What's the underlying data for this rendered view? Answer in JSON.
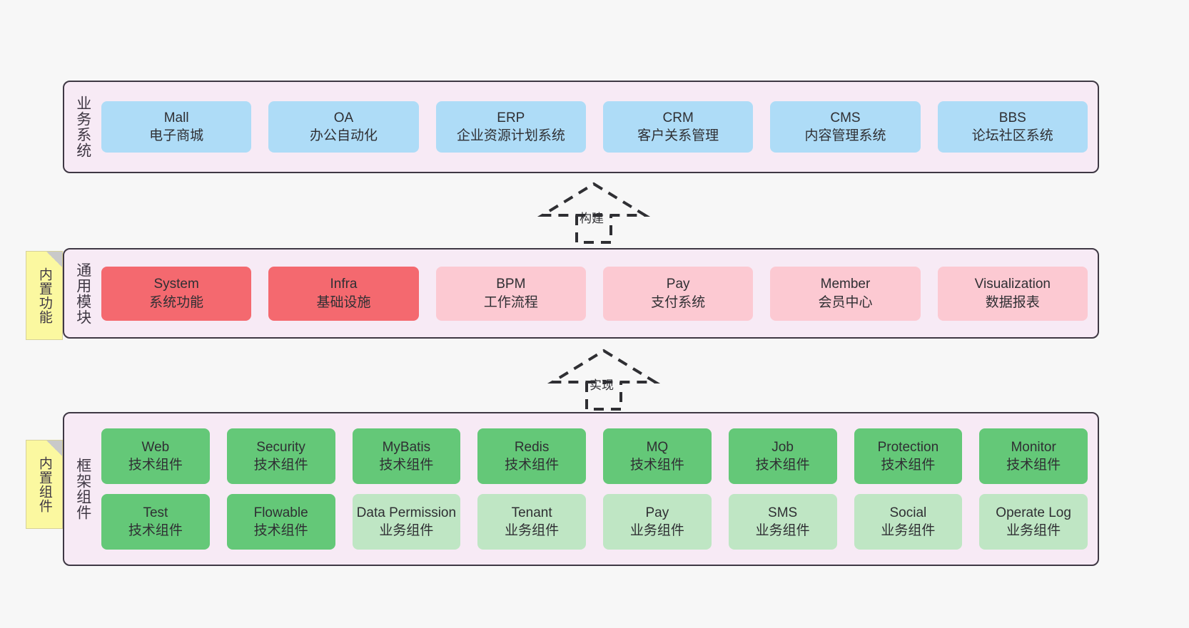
{
  "diagram": {
    "title": "系统架构图",
    "colors": {
      "canvas_bg": "#f7f7f7",
      "layer_bg": "#f7eaf5",
      "layer_border": "#3f3844",
      "blue": "#aedcf7",
      "red": "#f4696f",
      "pink": "#fcc9d2",
      "green": "#64c878",
      "light_green": "#bfe6c4",
      "sticky_yellow": "#fbf8a0",
      "fold_gray": "#c9c9c9"
    }
  },
  "layers": {
    "business": {
      "title": "业务系统",
      "rows": [
        [
          {
            "en": "Mall",
            "cn": "电子商城",
            "color": "c-blue"
          },
          {
            "en": "OA",
            "cn": "办公自动化",
            "color": "c-blue"
          },
          {
            "en": "ERP",
            "cn": "企业资源计划系统",
            "color": "c-blue"
          },
          {
            "en": "CRM",
            "cn": "客户关系管理",
            "color": "c-blue"
          },
          {
            "en": "CMS",
            "cn": "内容管理系统",
            "color": "c-blue"
          },
          {
            "en": "BBS",
            "cn": "论坛社区系统",
            "color": "c-blue"
          }
        ]
      ]
    },
    "common": {
      "title": "通用模块",
      "note": "内置功能",
      "rows": [
        [
          {
            "en": "System",
            "cn": "系统功能",
            "color": "c-red"
          },
          {
            "en": "Infra",
            "cn": "基础设施",
            "color": "c-red"
          },
          {
            "en": "BPM",
            "cn": "工作流程",
            "color": "c-pink"
          },
          {
            "en": "Pay",
            "cn": "支付系统",
            "color": "c-pink"
          },
          {
            "en": "Member",
            "cn": "会员中心",
            "color": "c-pink"
          },
          {
            "en": "Visualization",
            "cn": "数据报表",
            "color": "c-pink"
          }
        ]
      ]
    },
    "framework": {
      "title": "框架组件",
      "note": "内置组件",
      "rows": [
        [
          {
            "en": "Web",
            "cn": "技术组件",
            "color": "c-green"
          },
          {
            "en": "Security",
            "cn": "技术组件",
            "color": "c-green"
          },
          {
            "en": "MyBatis",
            "cn": "技术组件",
            "color": "c-green"
          },
          {
            "en": "Redis",
            "cn": "技术组件",
            "color": "c-green"
          },
          {
            "en": "MQ",
            "cn": "技术组件",
            "color": "c-green"
          },
          {
            "en": "Job",
            "cn": "技术组件",
            "color": "c-green"
          },
          {
            "en": "Protection",
            "cn": "技术组件",
            "color": "c-green"
          },
          {
            "en": "Monitor",
            "cn": "技术组件",
            "color": "c-green"
          }
        ],
        [
          {
            "en": "Test",
            "cn": "技术组件",
            "color": "c-green"
          },
          {
            "en": "Flowable",
            "cn": "技术组件",
            "color": "c-green"
          },
          {
            "en": "Data Permission",
            "cn": "业务组件",
            "color": "c-lightgreen"
          },
          {
            "en": "Tenant",
            "cn": "业务组件",
            "color": "c-lightgreen"
          },
          {
            "en": "Pay",
            "cn": "业务组件",
            "color": "c-lightgreen"
          },
          {
            "en": "SMS",
            "cn": "业务组件",
            "color": "c-lightgreen"
          },
          {
            "en": "Social",
            "cn": "业务组件",
            "color": "c-lightgreen"
          },
          {
            "en": "Operate Log",
            "cn": "业务组件",
            "color": "c-lightgreen"
          }
        ]
      ]
    }
  },
  "connectors": [
    {
      "id": "build",
      "label": "构建",
      "from": "common",
      "to": "business"
    },
    {
      "id": "realize",
      "label": "实现",
      "from": "framework",
      "to": "common"
    }
  ]
}
